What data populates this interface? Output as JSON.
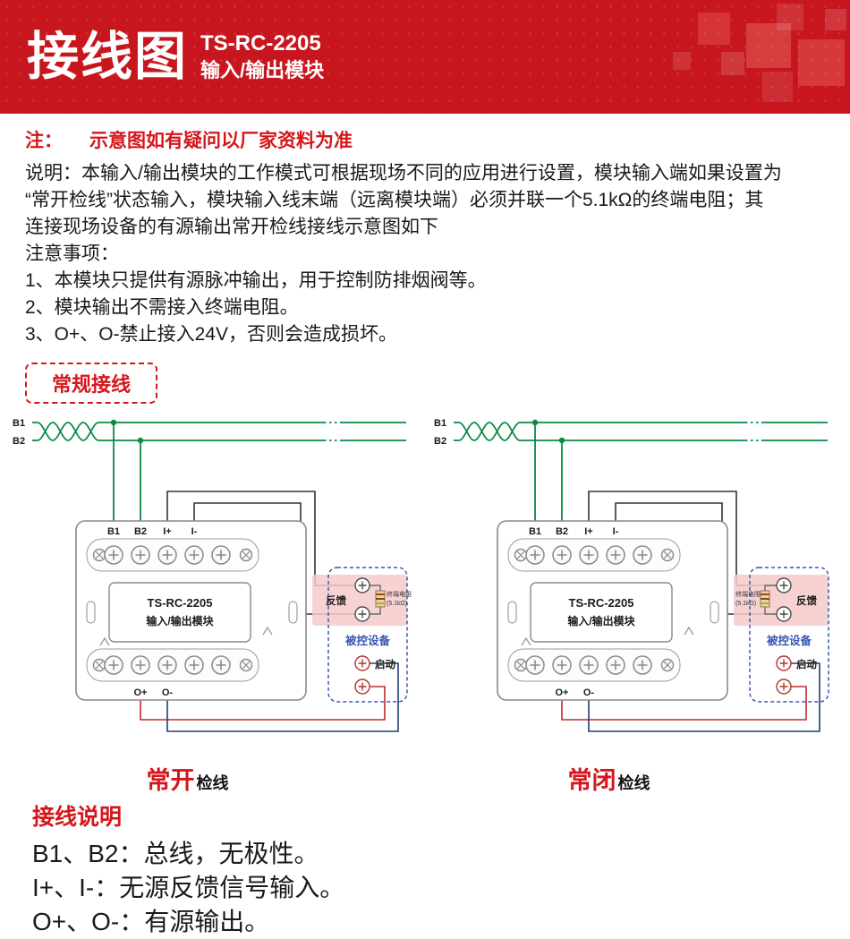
{
  "header": {
    "title": "接线图",
    "model": "TS-RC-2205",
    "subtitle": "输入/输出模块"
  },
  "note": {
    "prefix": "注：",
    "text": "示意图如有疑问以厂家资料为准"
  },
  "description": {
    "lines": [
      "说明：本输入/输出模块的工作模式可根据现场不同的应用进行设置，模块输入端如果设置为",
      "“常开检线”状态输入，模块输入线末端（远离模块端）必须并联一个5.1kΩ的终端电阻；其",
      "连接现场设备的有源输出常开检线接线示意图如下",
      "注意事项：",
      "1、本模块只提供有源脉冲输出，用于控制防排烟阀等。",
      "2、模块输出不需接入终端电阻。",
      "3、O+、O-禁止接入24V，否则会造成损坏。"
    ]
  },
  "section_badge": "常规接线",
  "diagrams": [
    {
      "caption_main": "常开",
      "caption_sub": "检线",
      "bus_labels": [
        "B1",
        "B2"
      ],
      "module": {
        "model": "TS-RC-2205",
        "name": "输入/输出模块",
        "top_terminals": [
          "B1",
          "B2",
          "I+",
          "I-"
        ],
        "bottom_terminals": [
          "O+",
          "O-"
        ]
      },
      "device": {
        "label": "被控设备",
        "feedback_label": "反馈",
        "start_label": "启动",
        "resistor_label_1": "终端电阻",
        "resistor_label_2": "(5.1kΩ)"
      }
    },
    {
      "caption_main": "常闭",
      "caption_sub": "检线",
      "bus_labels": [
        "B1",
        "B2"
      ],
      "module": {
        "model": "TS-RC-2205",
        "name": "输入/输出模块",
        "top_terminals": [
          "B1",
          "B2",
          "I+",
          "I-"
        ],
        "bottom_terminals": [
          "O+",
          "O-"
        ]
      },
      "device": {
        "label": "被控设备",
        "feedback_label": "反馈",
        "start_label": "启动",
        "resistor_label_1": "终端电阻",
        "resistor_label_2": "(5.1kΩ)"
      }
    }
  ],
  "legend": {
    "title": "接线说明",
    "items": [
      "B1、B2：总线，无极性。",
      "I+、I-：无源反馈信号输入。",
      "O+、O-：有源输出。"
    ]
  },
  "colors": {
    "brand-red": "#c8161e",
    "accent-red": "#d5161c",
    "bus-green": "#0a8a46",
    "wire-red": "#c2282d",
    "wire-blue": "#1f3e78",
    "device-blue": "#3a56b4",
    "highlight-pink": "#f6caca"
  }
}
